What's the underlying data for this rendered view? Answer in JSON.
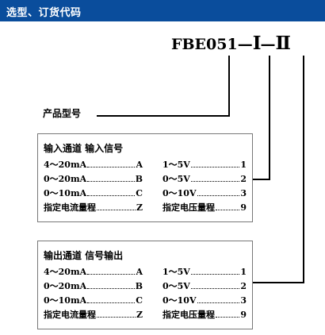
{
  "header": {
    "title": "选型、订货代码"
  },
  "model": {
    "prefix": "FBE051",
    "dash1": "—",
    "code1": "Ⅰ",
    "dash2": "—",
    "code2": "Ⅱ"
  },
  "model_label": "产品型号",
  "input_box": {
    "title": "输入通道   输入信号",
    "rows": [
      {
        "left": "4～20mA",
        "left_code": "A",
        "right": "1～5V",
        "right_code": "1"
      },
      {
        "left": "0～20mA",
        "left_code": "B",
        "right": "0～5V",
        "right_code": "2"
      },
      {
        "left": "0～10mA",
        "left_code": "C",
        "right": "0～10V",
        "right_code": "3"
      },
      {
        "left": "指定电流量程",
        "left_code": "Z",
        "right": "指定电压量程",
        "right_code": "9"
      }
    ]
  },
  "output_box": {
    "title": "输出通道   信号输出",
    "rows": [
      {
        "left": "4～20mA",
        "left_code": "A",
        "right": "1～5V",
        "right_code": "1"
      },
      {
        "left": "0～20mA",
        "left_code": "B",
        "right": "0～5V",
        "right_code": "2"
      },
      {
        "left": "0～10mA",
        "left_code": "C",
        "right": "0～10V",
        "right_code": "3"
      },
      {
        "left": "指定电流量程",
        "left_code": "Z",
        "right": "指定电压量程",
        "right_code": "9"
      }
    ]
  },
  "colors": {
    "header_bg": "#0a4d9c",
    "header_text": "#ffffff"
  }
}
